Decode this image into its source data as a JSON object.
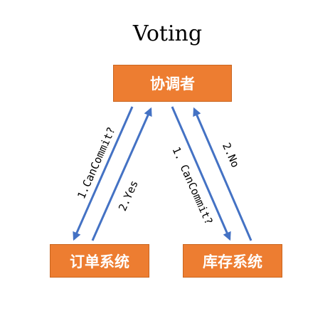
{
  "title": "Voting",
  "nodes": {
    "coordinator": "协调者",
    "order_system": "订单系统",
    "stock_system": "库存系统"
  },
  "edges": {
    "coord_to_order": "1.CanCommit?",
    "order_to_coord": "2.Yes",
    "coord_to_stock": "1. CanCommit?",
    "stock_to_coord": "2.No"
  },
  "colors": {
    "box_fill": "#ed7d31",
    "arrow": "#4472c4"
  }
}
